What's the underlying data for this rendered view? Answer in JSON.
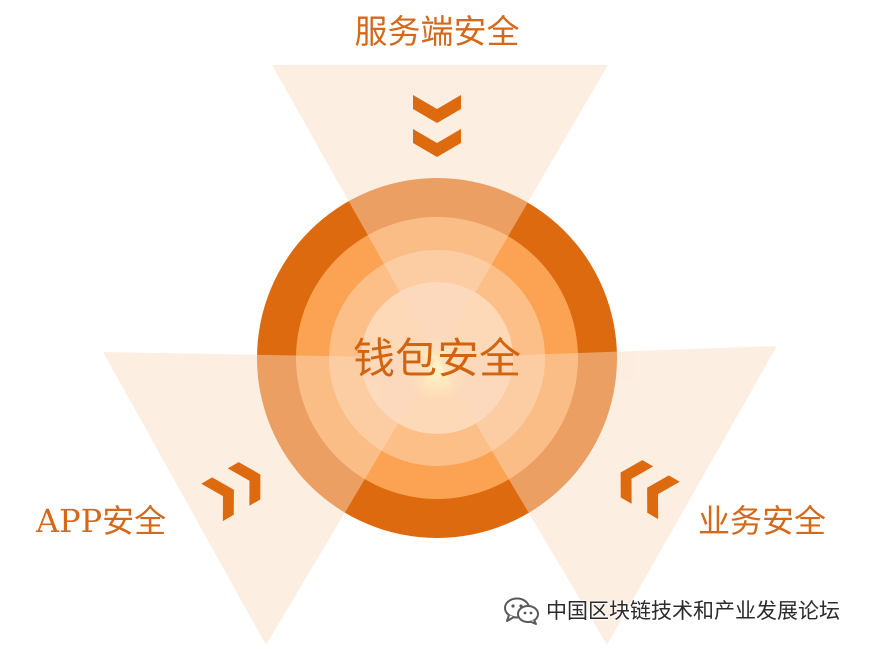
{
  "diagram": {
    "center_label": "钱包安全",
    "segments": [
      {
        "label": "服务端安全",
        "icon": "double-chevron-down-icon"
      },
      {
        "label": "APP安全",
        "icon": "double-chevron-up-right-icon"
      },
      {
        "label": "业务安全",
        "icon": "double-chevron-up-left-icon"
      }
    ]
  },
  "watermark": {
    "text": "中国区块链技术和产业发展论坛",
    "icon": "wechat-icon"
  },
  "colors": {
    "accent": "#dd6a0e",
    "label_text": "#d4691c",
    "triangle_fill": "#fbdbc1",
    "ring_outer": "#dd6a0e",
    "ring_middle": "#fba352",
    "ring_inner": "#fdbf88",
    "core": "#fed9b8",
    "chevron": "#dd6a0e",
    "watermark_text": "#2b2b2b"
  }
}
